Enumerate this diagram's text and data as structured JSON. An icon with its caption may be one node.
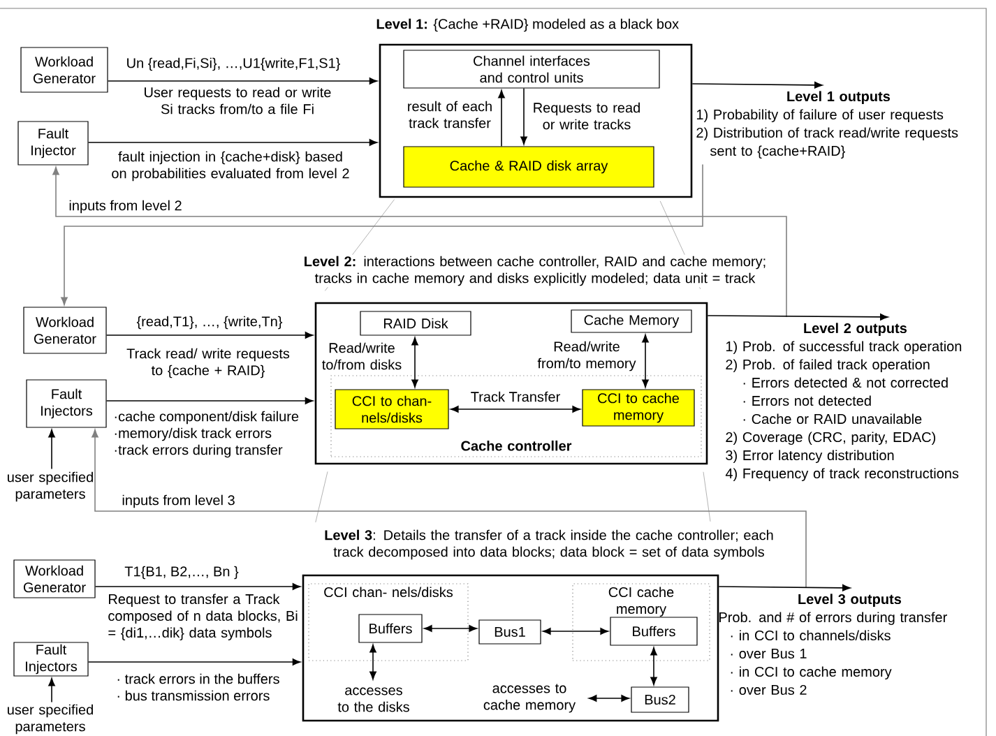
{
  "diagram": {
    "nodes": [
      {
        "text": [
          "Workload Generator"
        ]
      },
      {
        "text": [
          "Fault Injector"
        ]
      },
      {
        "text": [],
        "shape": "box"
      },
      {
        "text": [
          "Channel interfaces and control units"
        ],
        "in": 2
      },
      {
        "text": [
          "Cache & RAID disk array"
        ],
        "in": 2
      },
      {
        "text": [
          "Level 1 outputs",
          "1) Probability of failure of user requests",
          "2) Distribution of track read/write requests sent to {cache+RAID}"
        ]
      },
      {
        "text": [
          "Workload Generator"
        ]
      },
      {
        "text": [
          "Fault Injectors"
        ]
      },
      {
        "text": [
          "user specified parameters"
        ]
      },
      {
        "text": [],
        "shape": "box"
      },
      {
        "text": [
          "RAID Disk"
        ],
        "in": 9
      },
      {
        "text": [
          "Cache Memory"
        ],
        "in": 9
      },
      {
        "text": [
          "Cache controller"
        ],
        "in": 9
      },
      {
        "text": [
          "CCI to chan- nels/disks"
        ],
        "in": 12
      },
      {
        "text": [
          "CCI to cache memory"
        ],
        "in": 12
      },
      {
        "text": [
          "Level 2 outputs",
          "1) Prob. of successful track operation",
          "2) Prob. of failed track operation",
          "· Errors detected & not corrected",
          "· Errors not detected",
          "· Cache or RAID unavailable",
          "2) Coverage (CRC, parity, EDAC)",
          "3) Error latency distribution",
          "4) Frequency of track reconstructions"
        ]
      },
      {
        "text": [
          "Workload Generator"
        ]
      },
      {
        "text": [
          "Fault Injectors"
        ]
      },
      {
        "text": [
          "user specified parameters"
        ]
      },
      {
        "text": [],
        "shape": "box"
      },
      {
        "text": [
          "CCI chan- nels/disks"
        ],
        "in": 19
      },
      {
        "text": [
          "Buffers"
        ],
        "in": 20
      },
      {
        "text": [
          "Bus1"
        ],
        "in": 19
      },
      {
        "text": [
          "CCI cache memory"
        ],
        "in": 19
      },
      {
        "text": [
          "Buffers"
        ],
        "in": 23
      },
      {
        "text": [
          "Bus2"
        ],
        "in": 19
      },
      {
        "text": [
          "accesses to the disks"
        ],
        "in": 19
      },
      {
        "text": [
          "accesses to cache memory"
        ],
        "in": 19
      },
      {
        "text": [
          "Level 3 outputs",
          "Prob. and # of errors during transfer",
          "· in CCI to channels/disks",
          "· over Bus 1",
          "· in CCI to cache memory",
          "· over Bus 2"
        ]
      }
    ],
    "edges": [
      {
        "from": 0,
        "to": 2,
        "arrow": "to",
        "label": "Un {read,Fi,Si}, …,U1{write,F1,S1}"
      },
      {
        "from": 1,
        "to": 2,
        "arrow": "to",
        "label": "fault injection in {cache+disk} based on probabilities evaluated from level 2"
      },
      {
        "from": 4,
        "to": 3,
        "arrow": "to",
        "label": "result of each track transfer"
      },
      {
        "from": 3,
        "to": 4,
        "arrow": "to",
        "label": "Requests to read or write tracks"
      },
      {
        "from": 2,
        "to": 5,
        "arrow": "to"
      },
      {
        "from": 15,
        "to": 1,
        "arrow": "to",
        "label": "inputs from level 2",
        "color": "#808080"
      },
      {
        "from": 5,
        "to": 6,
        "arrow": "to",
        "color": "#808080"
      },
      {
        "from": 6,
        "to": 9,
        "arrow": "to",
        "label": "{read,T1}, …, {write,Tn}"
      },
      {
        "from": 7,
        "to": 9,
        "arrow": "to"
      },
      {
        "from": 8,
        "to": 7,
        "arrow": "to"
      },
      {
        "from": 10,
        "to": 13,
        "arrow": "both",
        "label": "Read/write to/from disks"
      },
      {
        "from": 11,
        "to": 14,
        "arrow": "both",
        "label": "Read/write from/to memory"
      },
      {
        "from": 13,
        "to": 14,
        "arrow": "both",
        "label": "Track Transfer"
      },
      {
        "from": 9,
        "to": 15,
        "arrow": "to"
      },
      {
        "from": 28,
        "to": 7,
        "arrow": "to",
        "label": "inputs from level 3",
        "color": "#808080"
      },
      {
        "from": 16,
        "to": 19,
        "arrow": "to",
        "label": "T1{B1, B2,…, Bn }"
      },
      {
        "from": 17,
        "to": 19,
        "arrow": "to"
      },
      {
        "from": 18,
        "to": 17,
        "arrow": "to"
      },
      {
        "from": 21,
        "to": 22,
        "arrow": "both"
      },
      {
        "from": 22,
        "to": 24,
        "arrow": "both"
      },
      {
        "from": 24,
        "to": 25,
        "arrow": "both"
      },
      {
        "from": 21,
        "to": 26,
        "arrow": "both"
      },
      {
        "from": 27,
        "to": 25,
        "arrow": "both"
      },
      {
        "from": 19,
        "to": 28,
        "arrow": "to"
      }
    ],
    "labels": [
      "**Level 1:** {Cache +RAID} modeled as a black box",
      "User requests to read or write Si tracks from/to a file Fi",
      "**Level 2:** interactions between cache controller, RAID and cache memory; tracks in cache memory and disks explicitly modeled; data unit = track",
      "Track read/ write requests to {cache + RAID}",
      "·cache component/disk failure",
      "·memory/disk track errors",
      "·track errors during transfer",
      "**Level 3**: Details the transfer of a track inside the cache controller; each track decomposed into data blocks; data block = set of data symbols",
      "Request to transfer a Track composed of n data blocks, Bi = {di1,…dik} data symbols",
      "· track errors in the buffers",
      "· bus transmission errors"
    ]
  }
}
